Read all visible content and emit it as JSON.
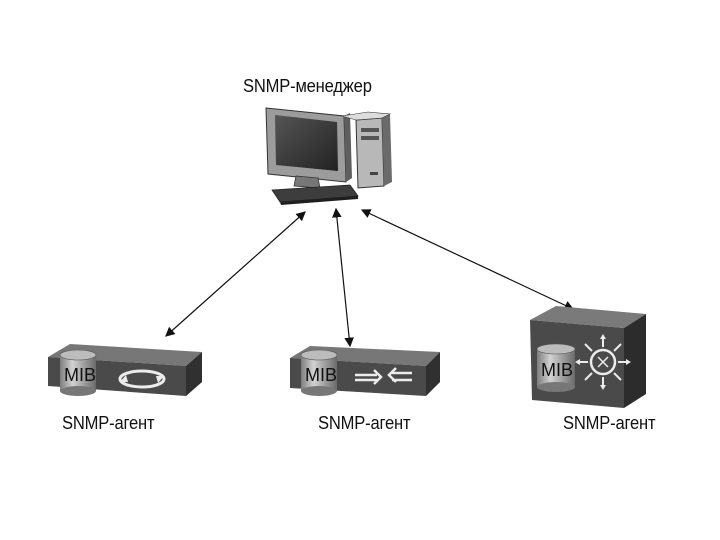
{
  "manager": {
    "label": "SNMP-менеджер",
    "icon": "desktop-computer-icon"
  },
  "agents": [
    {
      "label": "SNMP-агент",
      "mib_label": "MIB",
      "device": "router-icon"
    },
    {
      "label": "SNMP-агент",
      "mib_label": "MIB",
      "device": "switch-icon"
    },
    {
      "label": "SNMP-агент",
      "mib_label": "MIB",
      "device": "multilayer-switch-icon"
    }
  ],
  "colors": {
    "device_dark": "#4a4a4a",
    "device_top": "#6e6e6e",
    "line": "#111111",
    "cylinder": "#9a9a9a"
  }
}
